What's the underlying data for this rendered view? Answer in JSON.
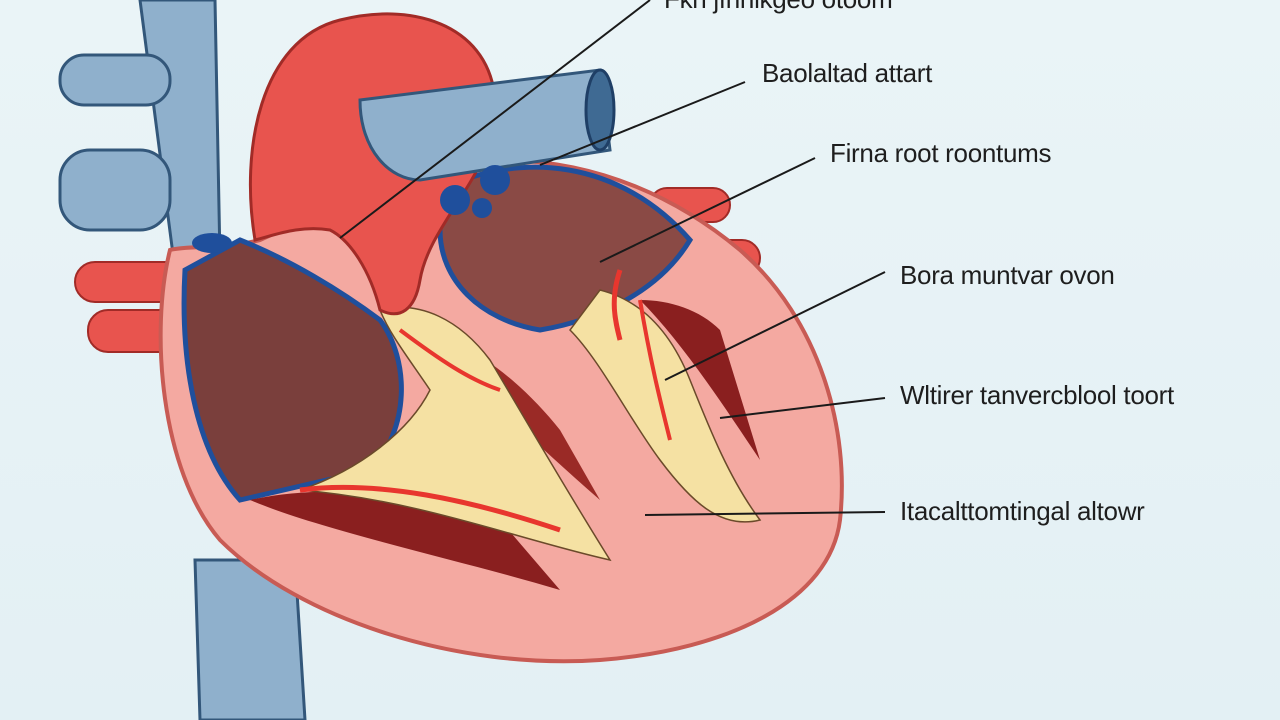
{
  "diagram": {
    "labels": [
      {
        "text": "Fkn jfnnlkgeo otoom"
      },
      {
        "text": "Baolaltad attart"
      },
      {
        "text": "Firna root roontums"
      },
      {
        "text": "Bora muntvar ovon"
      },
      {
        "text": "Wltirer tanvercblool toort"
      },
      {
        "text": "Itacalttomtingal altowr"
      }
    ]
  },
  "colors": {
    "background": "#e6f2f5",
    "artery_red": "#e8544e",
    "vein_blue": "#8fb0cc",
    "chamber_dark": "#7a3f3c",
    "muscle_pink": "#f4a9a1",
    "septum_yellow": "#f5e1a3",
    "outline_blue": "#1f4f9c",
    "leader_line": "#1a1a1a"
  }
}
